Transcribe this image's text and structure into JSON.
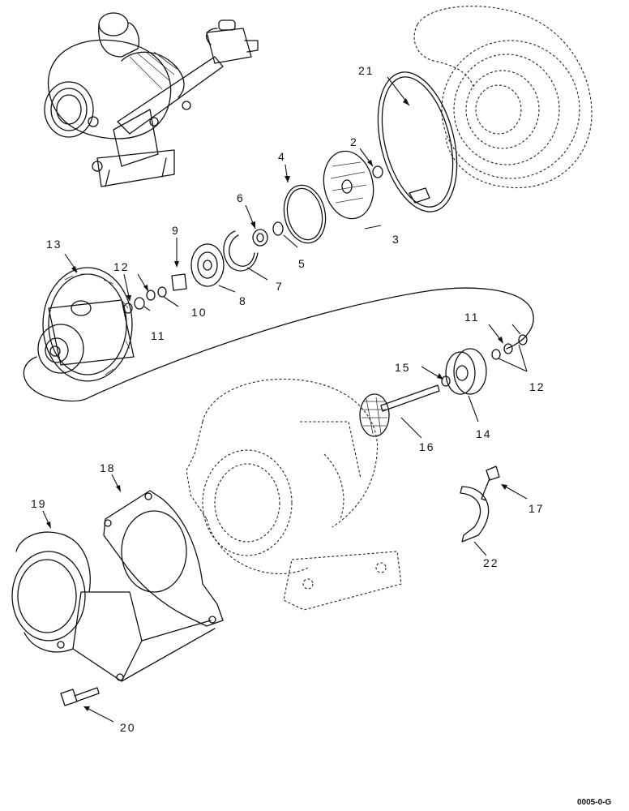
{
  "callouts": [
    {
      "id": "c21",
      "text": "21"
    },
    {
      "id": "c2",
      "text": "2"
    },
    {
      "id": "c4",
      "text": "4"
    },
    {
      "id": "c6",
      "text": "6"
    },
    {
      "id": "c9",
      "text": "9"
    },
    {
      "id": "c13",
      "text": "13"
    },
    {
      "id": "c12a",
      "text": "12"
    },
    {
      "id": "c3",
      "text": "3"
    },
    {
      "id": "c5",
      "text": "5"
    },
    {
      "id": "c7",
      "text": "7"
    },
    {
      "id": "c8",
      "text": "8"
    },
    {
      "id": "c10",
      "text": "10"
    },
    {
      "id": "c11a",
      "text": "11"
    },
    {
      "id": "c11b",
      "text": "11"
    },
    {
      "id": "c15",
      "text": "15"
    },
    {
      "id": "c12b",
      "text": "12"
    },
    {
      "id": "c14",
      "text": "14"
    },
    {
      "id": "c16",
      "text": "16"
    },
    {
      "id": "c18",
      "text": "18"
    },
    {
      "id": "c19",
      "text": "19"
    },
    {
      "id": "c17",
      "text": "17"
    },
    {
      "id": "c22",
      "text": "22"
    },
    {
      "id": "c20",
      "text": "20"
    }
  ],
  "figure_code": "0005-0-G"
}
